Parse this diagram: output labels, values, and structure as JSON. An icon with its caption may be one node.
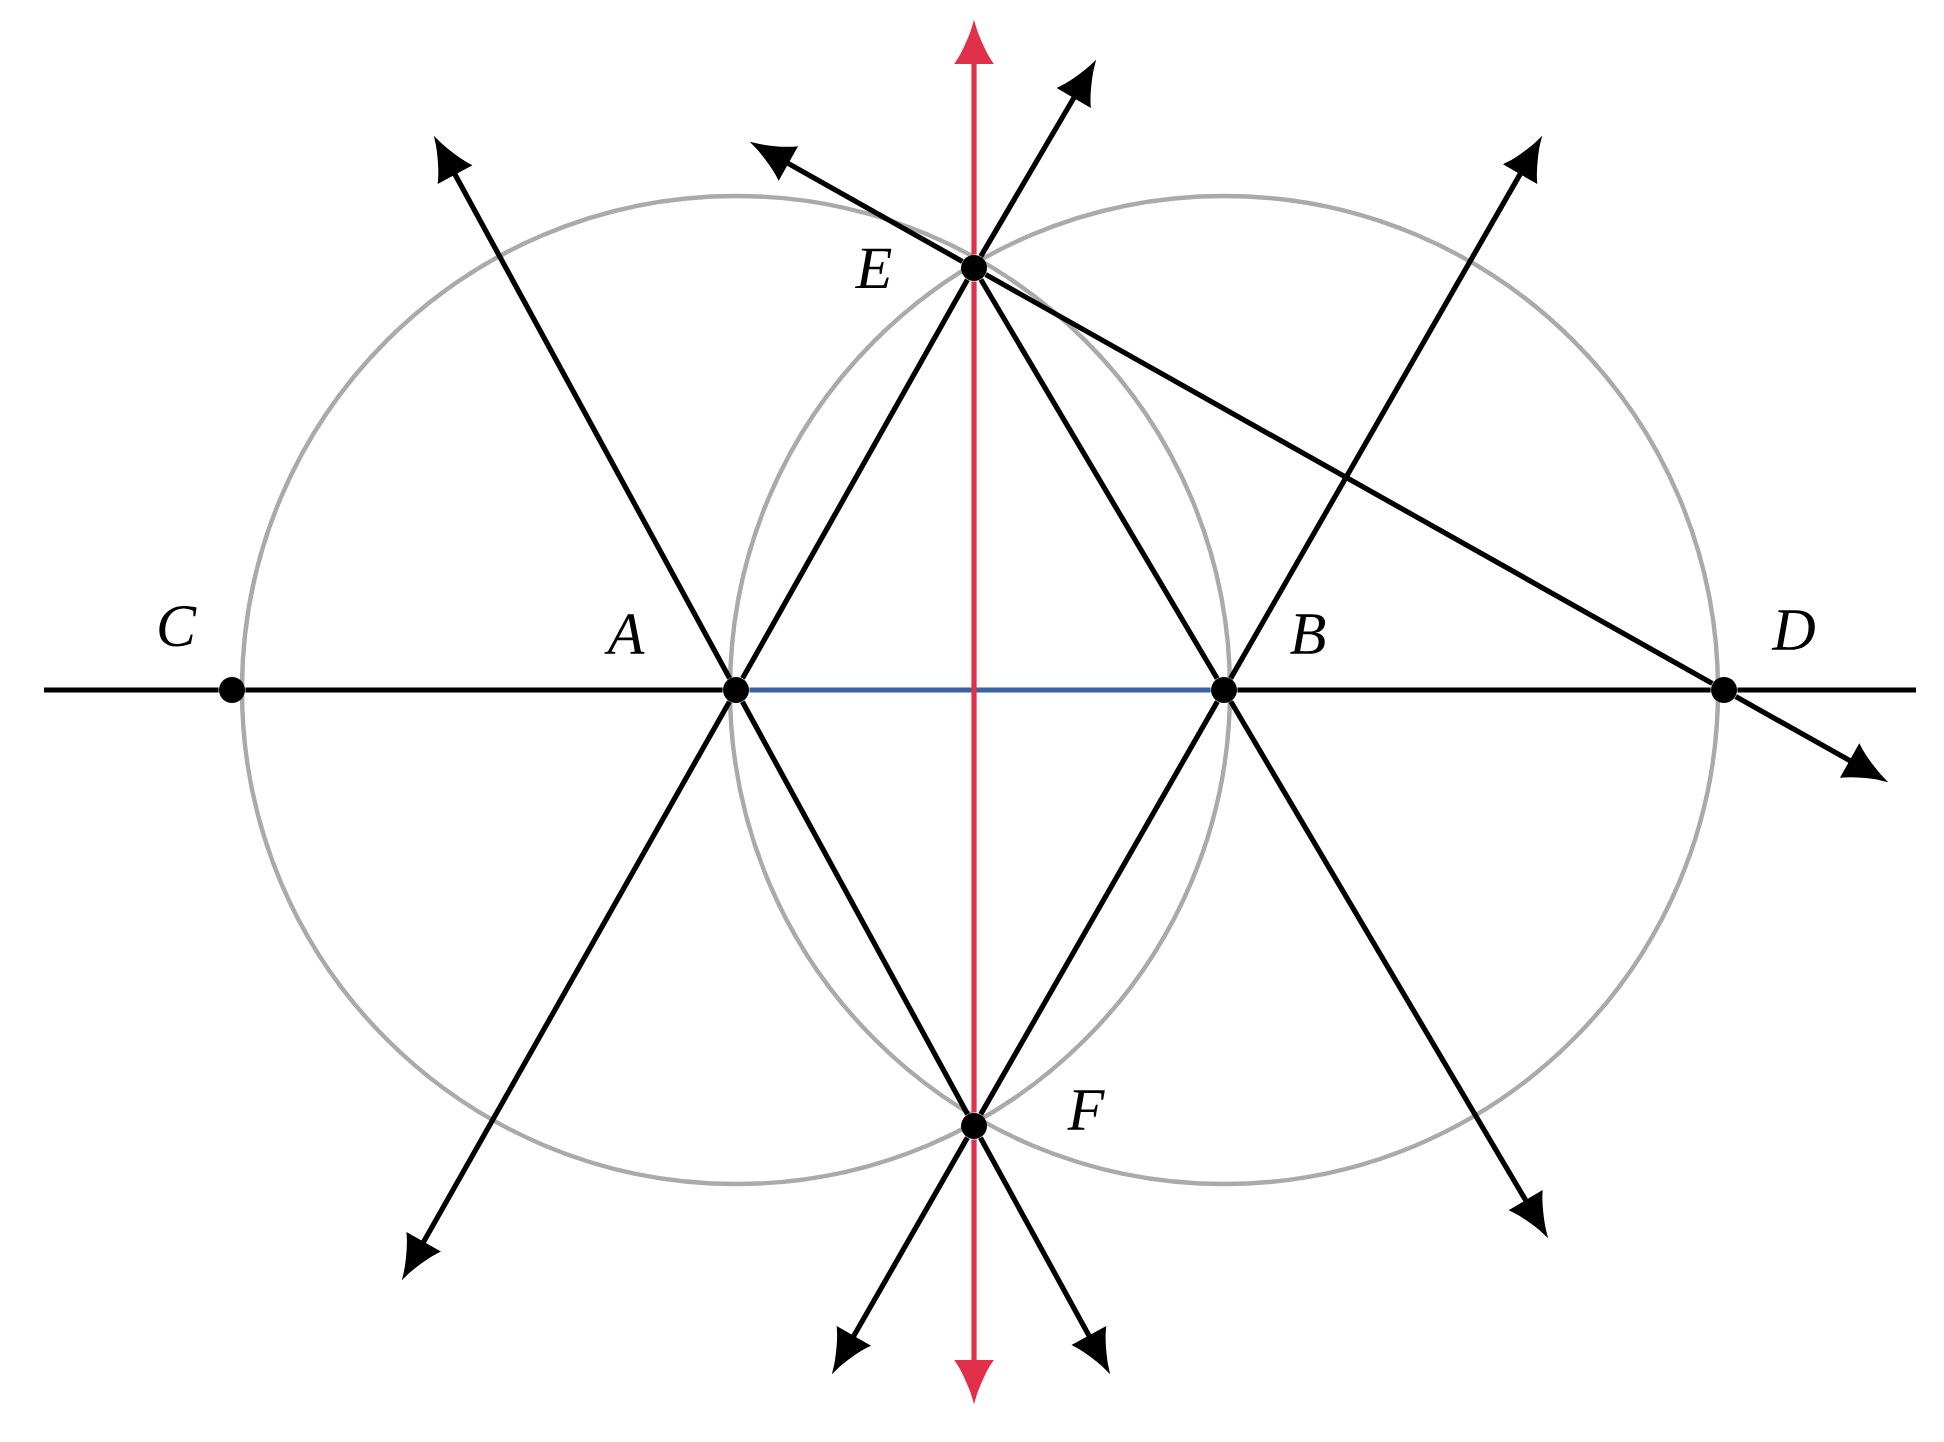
{
  "diagram": {
    "nodes": [
      {
        "text": [
          "A"
        ]
      },
      {
        "text": [
          "B"
        ]
      },
      {
        "text": [
          "C"
        ]
      },
      {
        "text": [
          "D"
        ]
      },
      {
        "text": [
          "E"
        ]
      },
      {
        "text": [
          "F"
        ]
      }
    ],
    "edges": [
      {
        "from": null,
        "to": 2,
        "arrow": "none"
      },
      {
        "from": 2,
        "to": 0,
        "arrow": "none"
      },
      {
        "from": 0,
        "to": 1,
        "arrow": "none",
        "color": "#3a62a0"
      },
      {
        "from": 1,
        "to": 3,
        "arrow": "none"
      },
      {
        "from": 3,
        "to": null,
        "arrow": "none"
      },
      {
        "from": 0,
        "to": 4,
        "arrow": "none"
      },
      {
        "from": 4,
        "to": null,
        "arrow": "to"
      },
      {
        "from": 0,
        "to": null,
        "arrow": "to"
      },
      {
        "from": 0,
        "to": 5,
        "arrow": "none"
      },
      {
        "from": 5,
        "to": null,
        "arrow": "to"
      },
      {
        "from": 0,
        "to": null,
        "arrow": "to"
      },
      {
        "from": 1,
        "to": 5,
        "arrow": "none"
      },
      {
        "from": 5,
        "to": null,
        "arrow": "to"
      },
      {
        "from": 1,
        "to": null,
        "arrow": "to"
      },
      {
        "from": 4,
        "to": 1,
        "arrow": "none"
      },
      {
        "from": 1,
        "to": null,
        "arrow": "to"
      },
      {
        "from": 4,
        "to": 5,
        "arrow": "none",
        "color": "#e0304a"
      },
      {
        "from": 4,
        "to": null,
        "arrow": "to",
        "color": "#e0304a"
      },
      {
        "from": 5,
        "to": null,
        "arrow": "to",
        "color": "#e0304a"
      },
      {
        "from": 4,
        "to": 3,
        "arrow": "none"
      },
      {
        "from": 4,
        "to": null,
        "arrow": "to"
      },
      {
        "from": 3,
        "to": null,
        "arrow": "to"
      }
    ]
  }
}
